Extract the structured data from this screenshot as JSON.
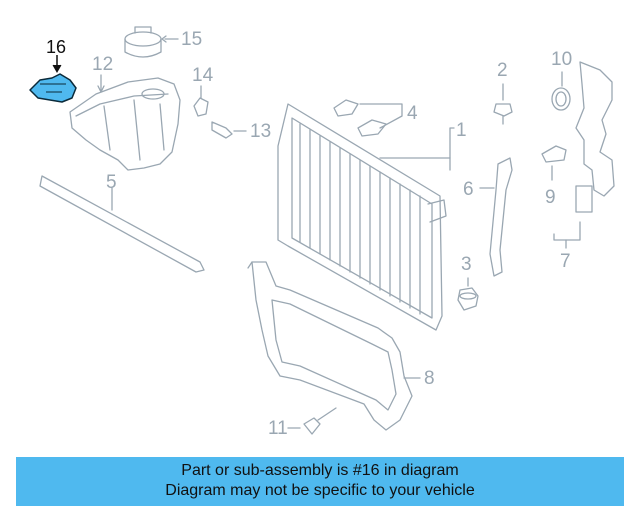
{
  "diagram": {
    "highlighted_part": "16",
    "callouts": [
      "16",
      "15",
      "12",
      "14",
      "13",
      "5",
      "4",
      "1",
      "2",
      "10",
      "6",
      "9",
      "7",
      "3",
      "8",
      "11"
    ]
  },
  "banner": {
    "line1": "Part or sub-assembly is #16 in diagram",
    "line2": "Diagram may not be specific to your vehicle"
  },
  "colors": {
    "banner": "#4fb9ef",
    "highlight": "#4fb9ef",
    "line": "#9aa7b2",
    "callout": "#9aa7b2"
  }
}
